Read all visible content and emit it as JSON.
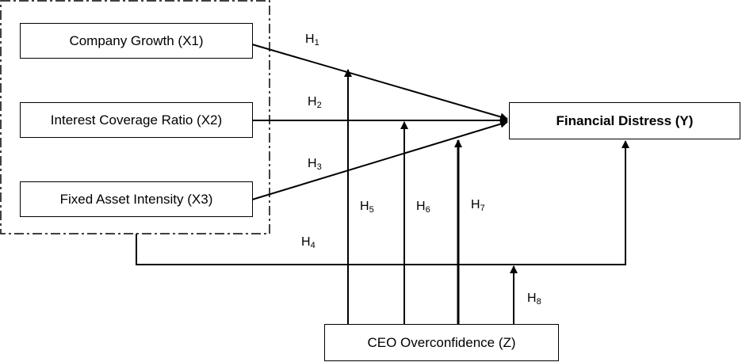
{
  "variables": {
    "x1": "Company Growth (X1)",
    "x2": "Interest Coverage Ratio (X2)",
    "x3": "Fixed Asset Intensity (X3)",
    "y": "Financial Distress (Y)",
    "z": "CEO Overconfidence (Z)"
  },
  "hypotheses": [
    {
      "letter": "H",
      "num": "1"
    },
    {
      "letter": "H",
      "num": "2"
    },
    {
      "letter": "H",
      "num": "3"
    },
    {
      "letter": "H",
      "num": "4"
    },
    {
      "letter": "H",
      "num": "5"
    },
    {
      "letter": "H",
      "num": "6"
    },
    {
      "letter": "H",
      "num": "7"
    },
    {
      "letter": "H",
      "num": "8"
    }
  ],
  "colors": {
    "line": "#000000",
    "background": "#ffffff"
  }
}
